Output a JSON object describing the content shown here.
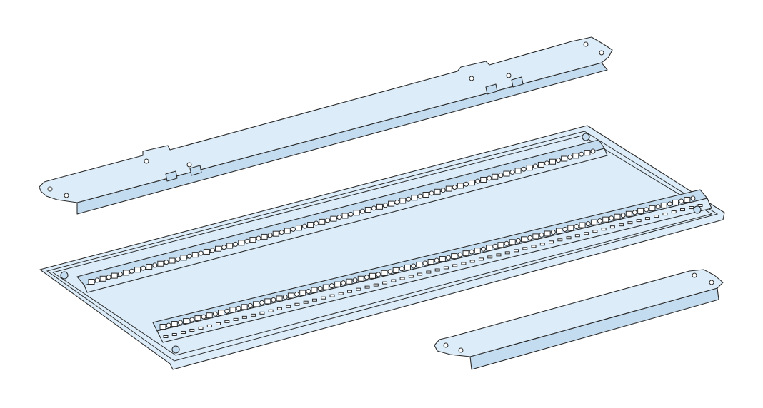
{
  "colors": {
    "fill": "#dcedf9",
    "dark": "#c4dcef",
    "line": "#2b2b2b"
  },
  "parts": [
    "upper-cover-strip",
    "gland-plate-with-rails",
    "lower-cover-strip"
  ]
}
